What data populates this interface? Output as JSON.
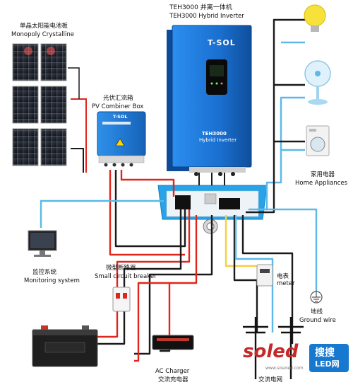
{
  "labels": {
    "solar_panel_cn": "单晶太阳能电池板",
    "solar_panel_en": "Monopoly Crystalline",
    "combiner_cn": "光伏汇流箱",
    "combiner_en": "PV Combiner Box",
    "inverter_cn": "TEH3000 并离一体机",
    "inverter_en": "TEH3000 Hybrid Inverter",
    "appliances_cn": "家用电器",
    "appliances_en": "Home Appliances",
    "monitor_cn": "监控系统",
    "monitor_en": "Monitoring system",
    "breaker_cn": "微型断路器",
    "breaker_en": "Small circuit breaker",
    "meter_cn": "电表",
    "meter_en": "meter",
    "ground_cn": "地线",
    "ground_en": "Ground wire",
    "charger_en": "AC Charger",
    "charger_cn": "交流充电器",
    "grid_cn": "交流电网"
  },
  "inverter_face": {
    "brand": "T-SOL",
    "model": "TEH3000",
    "subtitle": "Hybrid Inverter"
  },
  "combiner_face": {
    "brand": "T-SOL"
  },
  "watermark": {
    "logo_text": "soled",
    "badge_top": "搜搜",
    "badge_bottom": "LED网",
    "url": "www.sosoled.com"
  },
  "colors": {
    "blue_device": "#1e7fd8",
    "wire_red": "#e0251b",
    "wire_black": "#1a1a1a",
    "wire_blue": "#5bb8e8",
    "wire_yellow": "#f4d03f"
  }
}
